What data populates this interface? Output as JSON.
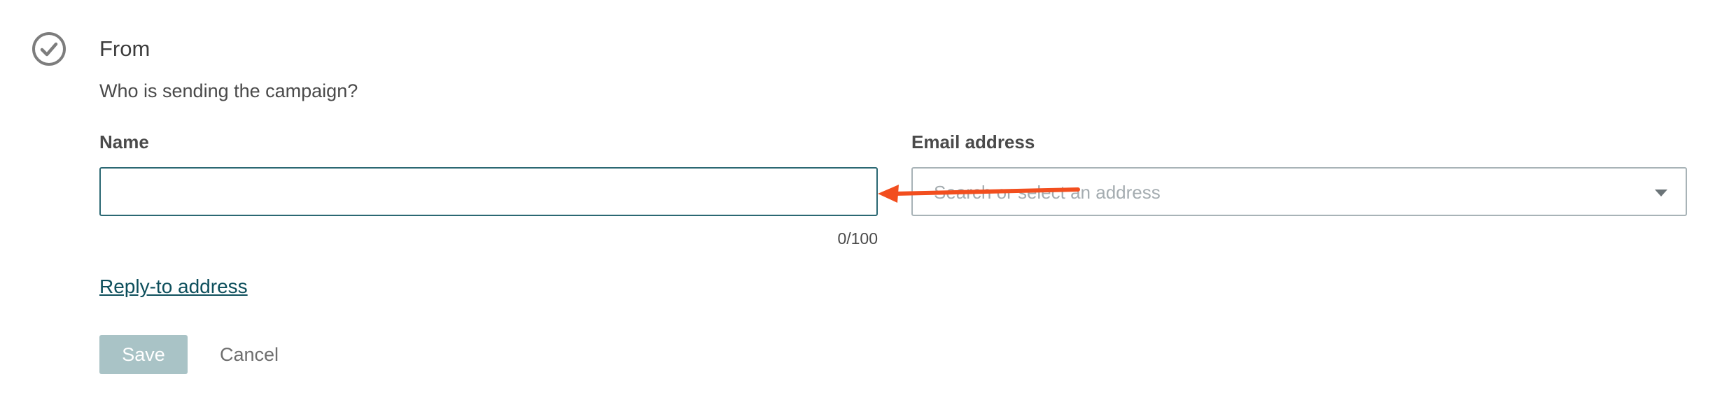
{
  "section": {
    "title": "From",
    "subtitle": "Who is sending the campaign?",
    "status_icon": "check-circle-icon"
  },
  "fields": {
    "name": {
      "label": "Name",
      "value": "",
      "placeholder": "",
      "counter": "0/100"
    },
    "email": {
      "label": "Email address",
      "placeholder": "Search or select an address",
      "dropdown_icon": "caret-down-icon"
    }
  },
  "links": {
    "reply_to": "Reply-to address"
  },
  "actions": {
    "save_label": "Save",
    "cancel_label": "Cancel"
  },
  "annotation": {
    "icon": "arrow-left-icon",
    "color": "#f24e1e"
  },
  "colors": {
    "accent": "#0d4f5c",
    "input_focus_border": "#2b6873",
    "save_button_bg": "#a9c3c6"
  }
}
